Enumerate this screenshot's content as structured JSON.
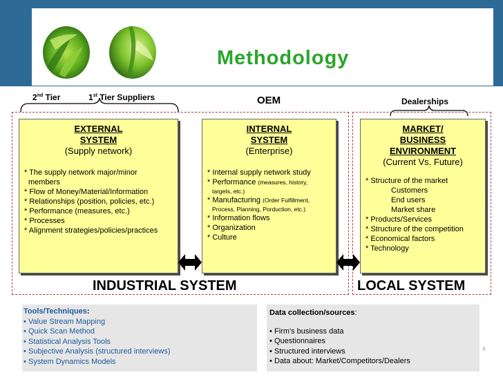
{
  "header": {
    "title": "Methodology"
  },
  "tiers": {
    "second_tier": "Tier",
    "second_tier_num": "2",
    "second_tier_sup": "nd",
    "first_tier": "Tier Suppliers",
    "first_tier_num": "1",
    "first_tier_sup": "st",
    "oem": "OEM",
    "dealerships": "Dealerships"
  },
  "external": {
    "title_line1": "EXTERNAL",
    "title_line2": "SYSTEM",
    "subtitle": "(Supply network)",
    "items": [
      "* The supply network major/minor",
      "members",
      "* Flow of Money/Material/Information",
      "* Relationships (position, policies, etc.)",
      "* Performance (measures, etc.)",
      "* Processes",
      "* Alignment strategies/policies/practices"
    ]
  },
  "internal": {
    "title_line1": "INTERNAL",
    "title_line2": "SYSTEM",
    "subtitle": "(Enterprise)",
    "item1": "* Internal supply network study",
    "item2_main": "* Performance",
    "item2_small": "(measures, history,",
    "item2_small2": "targets, etc.)",
    "item3_main": "* Manufacturing",
    "item3_small": "(Order Fulfillment,",
    "item3_small2": "Process, Planning, Porduction, etc.)",
    "item4": "* Information flows",
    "item5": "* Organization",
    "item6": "* Culture"
  },
  "market": {
    "title_line1": "MARKET/",
    "title_line2": "BUSINESS",
    "title_line3": "ENVIRONMENT",
    "subtitle": "(Current Vs. Future)",
    "items": [
      "* Structure of the market",
      "Customers",
      "End users",
      "Market share",
      "* Products/Services",
      "* Structure of the competition",
      "* Economical factors",
      "* Technology"
    ]
  },
  "labels": {
    "industrial": "INDUSTRIAL SYSTEM",
    "local": "LOCAL SYSTEM"
  },
  "tools": {
    "title": "Tools/Techniques",
    "colon": ":",
    "items": [
      "Value Stream Mapping",
      "Quick Scan Method",
      "Statistical Analysis Tools",
      "Subjective Analysis (structured interviews)",
      "System Dynamics Models"
    ]
  },
  "data_collection": {
    "title": "Data collection/sources",
    "colon": ":",
    "items": [
      "Firm's business data",
      "Questionnaires",
      "Structured interviews",
      "Data about: Market/Competitors/Dealers"
    ]
  },
  "page_number": "4",
  "colors": {
    "band": "#2e6a96",
    "title": "#2aa52a",
    "box_fill": "#ffff99",
    "dashed_border": "#b23a3a",
    "tools_text": "#1e5aa0"
  }
}
